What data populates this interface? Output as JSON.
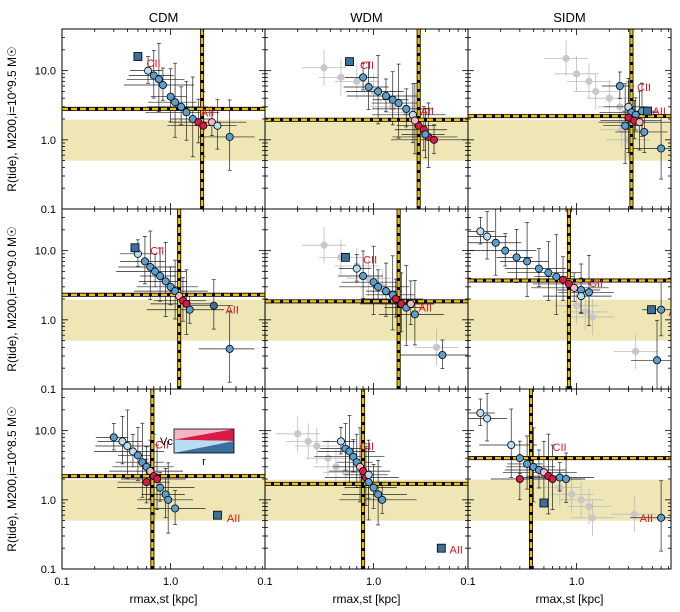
{
  "figure": {
    "column_titles": [
      "CDM",
      "WDM",
      "SIDM"
    ],
    "row_labels": [
      "R(tide), M200,i=10^9.5 M☉",
      "R(tide), M200,i=10^9.0 M☉",
      "R(tide), M200,i=10^8.5 M☉"
    ],
    "xlabel": "rmax,st [kpc]",
    "legend": {
      "vc_label": "Vc",
      "r_label": "r"
    },
    "colors": {
      "band": "#eee6b4",
      "line_yellow": "#f0c000",
      "blue": "#5a9fd0",
      "lightblue": "#b8dcf2",
      "red": "#d81b45",
      "pink": "#f4b6c6",
      "navy": "#3b6f9c",
      "grey": "#c8c8c8",
      "label_red": "#e0141e"
    }
  },
  "chart_data": {
    "type": "scatter",
    "xscale": "log",
    "yscale": "log",
    "xlim": [
      0.1,
      7.4
    ],
    "ylim": [
      0.1,
      40
    ],
    "x_ticks": [
      "0.1",
      "1.0",
      "0.1",
      "1.0",
      "0.1",
      "1.0"
    ],
    "y_ticks": [
      "10.0",
      "1.0",
      "0.1"
    ],
    "band": [
      0.5,
      1.95
    ],
    "panels": [
      {
        "col": 0,
        "row": 0,
        "model": "CDM",
        "vline": 1.95,
        "hline": 2.8,
        "labels": [
          {
            "t": "CII",
            "x": 0.6,
            "y": 13
          },
          {
            "t": "AII",
            "x": 1.9,
            "y": 2.5
          }
        ],
        "sq": {
          "x": 0.5,
          "y": 16,
          "c": "navy"
        },
        "pts": [
          [
            0.62,
            10,
            "lightblue"
          ],
          [
            0.7,
            8.5,
            "blue"
          ],
          [
            0.78,
            7.5,
            "blue"
          ],
          [
            0.85,
            6.2,
            "blue"
          ],
          [
            1.0,
            4.2,
            "blue"
          ],
          [
            1.1,
            3.5,
            "blue"
          ],
          [
            1.25,
            3.0,
            "blue"
          ],
          [
            1.4,
            2.5,
            "blue"
          ],
          [
            1.6,
            2.0,
            "blue"
          ],
          [
            1.8,
            1.8,
            "red"
          ],
          [
            2.0,
            1.6,
            "red"
          ],
          [
            2.4,
            1.8,
            "pink"
          ],
          [
            2.7,
            1.6,
            "lightblue"
          ],
          [
            3.5,
            1.1,
            "blue"
          ]
        ],
        "grey": []
      },
      {
        "col": 1,
        "row": 0,
        "model": "WDM",
        "vline": 2.6,
        "hline": 1.95,
        "labels": [
          {
            "t": "CII",
            "x": 0.75,
            "y": 12
          },
          {
            "t": "AII",
            "x": 2.7,
            "y": 2.6
          }
        ],
        "sq": {
          "x": 0.6,
          "y": 13.5,
          "c": "navy"
        },
        "pts": [
          [
            0.8,
            8,
            "blue"
          ],
          [
            0.9,
            5.8,
            "blue"
          ],
          [
            1.1,
            5.0,
            "blue"
          ],
          [
            1.3,
            4.3,
            "blue"
          ],
          [
            1.5,
            3.8,
            "blue"
          ],
          [
            1.7,
            3.4,
            "blue"
          ],
          [
            2.0,
            2.8,
            "blue"
          ],
          [
            2.3,
            2.3,
            "lightblue"
          ],
          [
            2.6,
            1.6,
            "red"
          ],
          [
            2.9,
            1.4,
            "red"
          ],
          [
            3.2,
            1.1,
            "red"
          ],
          [
            3.6,
            1.0,
            "red"
          ],
          [
            3.0,
            1.2,
            "blue"
          ],
          [
            2.4,
            1.9,
            "pink"
          ]
        ],
        "grey": [
          [
            0.35,
            11
          ],
          [
            0.5,
            8
          ],
          [
            0.7,
            7
          ],
          [
            1.0,
            5
          ],
          [
            1.5,
            3
          ],
          [
            2.0,
            2.5
          ]
        ]
      },
      {
        "col": 2,
        "row": 0,
        "model": "SIDM",
        "vline": 3.2,
        "hline": 2.2,
        "labels": [
          {
            "t": "CII",
            "x": 3.6,
            "y": 5.8
          },
          {
            "t": "AII",
            "x": 5.0,
            "y": 2.6
          }
        ],
        "sq": {
          "x": 4.5,
          "y": 2.6,
          "c": "navy"
        },
        "pts": [
          [
            2.5,
            6.0,
            "blue"
          ],
          [
            3.0,
            3.0,
            "lightblue"
          ],
          [
            3.2,
            2.5,
            "blue"
          ],
          [
            3.5,
            2.3,
            "blue"
          ],
          [
            4.0,
            2.6,
            "blue"
          ],
          [
            3.0,
            2.1,
            "red"
          ],
          [
            3.4,
            1.9,
            "red"
          ],
          [
            3.8,
            1.8,
            "pink"
          ],
          [
            2.8,
            1.6,
            "blue"
          ],
          [
            4.2,
            1.3,
            "blue"
          ],
          [
            6.0,
            0.75,
            "blue"
          ]
        ],
        "grey": [
          [
            0.8,
            15
          ],
          [
            1.0,
            9
          ],
          [
            1.3,
            7
          ],
          [
            1.5,
            5
          ],
          [
            2.0,
            4
          ],
          [
            2.5,
            3
          ],
          [
            2.8,
            2.2
          ],
          [
            3.2,
            1.8
          ],
          [
            2.6,
            1.4
          ],
          [
            3.0,
            1.0
          ]
        ]
      },
      {
        "col": 0,
        "row": 1,
        "model": "CDM",
        "vline": 1.2,
        "hline": 2.3,
        "labels": [
          {
            "t": "CII",
            "x": 0.65,
            "y": 10
          },
          {
            "t": "AII",
            "x": 3.2,
            "y": 1.4
          }
        ],
        "sq": {
          "x": 0.47,
          "y": 11,
          "c": "navy"
        },
        "pts": [
          [
            0.5,
            9,
            "lightblue"
          ],
          [
            0.58,
            7,
            "blue"
          ],
          [
            0.65,
            5.8,
            "blue"
          ],
          [
            0.72,
            5,
            "blue"
          ],
          [
            0.8,
            4.3,
            "blue"
          ],
          [
            0.9,
            3.6,
            "blue"
          ],
          [
            1.0,
            3.0,
            "blue"
          ],
          [
            1.1,
            2.6,
            "blue"
          ],
          [
            1.2,
            2.2,
            "pink"
          ],
          [
            1.3,
            1.9,
            "red"
          ],
          [
            1.4,
            1.7,
            "red"
          ],
          [
            1.5,
            1.4,
            "blue"
          ],
          [
            2.5,
            1.6,
            "navy"
          ],
          [
            3.5,
            0.38,
            "blue"
          ]
        ],
        "grey": []
      },
      {
        "col": 1,
        "row": 1,
        "model": "WDM",
        "vline": 1.7,
        "hline": 1.85,
        "labels": [
          {
            "t": "CII",
            "x": 0.8,
            "y": 7.5
          },
          {
            "t": "AII",
            "x": 2.6,
            "y": 1.5
          }
        ],
        "sq": {
          "x": 0.55,
          "y": 8,
          "c": "navy"
        },
        "pts": [
          [
            0.7,
            5.5,
            "lightblue"
          ],
          [
            0.8,
            4.3,
            "blue"
          ],
          [
            1.0,
            3.5,
            "blue"
          ],
          [
            1.1,
            3.0,
            "blue"
          ],
          [
            1.3,
            2.6,
            "blue"
          ],
          [
            1.5,
            2.3,
            "blue"
          ],
          [
            1.6,
            2.0,
            "red"
          ],
          [
            1.8,
            1.7,
            "red"
          ],
          [
            2.0,
            1.5,
            "blue"
          ],
          [
            2.2,
            1.7,
            "pink"
          ],
          [
            2.4,
            1.2,
            "blue"
          ],
          [
            4.3,
            0.31,
            "blue"
          ]
        ],
        "grey": [
          [
            0.35,
            12
          ],
          [
            0.5,
            8
          ],
          [
            0.7,
            6
          ],
          [
            0.9,
            4
          ],
          [
            1.2,
            3
          ],
          [
            3.8,
            0.4
          ]
        ]
      },
      {
        "col": 2,
        "row": 1,
        "model": "SIDM",
        "vline": 0.85,
        "hline": 3.7,
        "labels": [
          {
            "t": "CII",
            "x": 1.3,
            "y": 3.4
          },
          {
            "t": "AII",
            "x": 7.0,
            "y": 1.3
          }
        ],
        "sq": {
          "x": 4.9,
          "y": 1.4,
          "c": "navy"
        },
        "pts": [
          [
            0.13,
            19,
            "lightblue"
          ],
          [
            0.15,
            16,
            "lightblue"
          ],
          [
            0.18,
            13,
            "blue"
          ],
          [
            0.22,
            10,
            "blue"
          ],
          [
            0.28,
            8,
            "blue"
          ],
          [
            0.35,
            7,
            "blue"
          ],
          [
            0.45,
            5.5,
            "blue"
          ],
          [
            0.55,
            4.8,
            "blue"
          ],
          [
            0.65,
            4.2,
            "blue"
          ],
          [
            0.75,
            3.8,
            "red"
          ],
          [
            0.85,
            3.3,
            "red"
          ],
          [
            0.95,
            2.9,
            "pink"
          ],
          [
            1.1,
            2.7,
            "blue"
          ],
          [
            1.3,
            2.5,
            "blue"
          ],
          [
            1.1,
            2.2,
            "lightblue"
          ],
          [
            6.0,
            1.4,
            "blue"
          ],
          [
            5.5,
            0.26,
            "blue"
          ]
        ],
        "grey": [
          [
            1.0,
            1.6
          ],
          [
            1.2,
            1.3
          ],
          [
            1.4,
            1.1
          ],
          [
            3.5,
            0.35
          ]
        ]
      },
      {
        "col": 0,
        "row": 2,
        "model": "CDM",
        "vline": 0.68,
        "hline": 2.2,
        "labels": [
          {
            "t": "CII",
            "x": 0.72,
            "y": 6.3
          },
          {
            "t": "AII",
            "x": 3.3,
            "y": 0.55
          }
        ],
        "sq": {
          "x": 2.7,
          "y": 0.6,
          "c": "navy"
        },
        "pts": [
          [
            0.3,
            8,
            "blue"
          ],
          [
            0.36,
            7,
            "lightblue"
          ],
          [
            0.4,
            6,
            "lightblue"
          ],
          [
            0.45,
            5,
            "lightblue"
          ],
          [
            0.5,
            4.4,
            "blue"
          ],
          [
            0.55,
            3.5,
            "blue"
          ],
          [
            0.6,
            3.0,
            "blue"
          ],
          [
            0.65,
            2.6,
            "pink"
          ],
          [
            0.7,
            2.2,
            "red"
          ],
          [
            0.6,
            1.8,
            "red"
          ],
          [
            0.75,
            2.0,
            "red"
          ],
          [
            0.8,
            1.5,
            "blue"
          ],
          [
            0.9,
            1.2,
            "blue"
          ],
          [
            0.95,
            1.0,
            "blue"
          ],
          [
            1.1,
            0.75,
            "blue"
          ]
        ],
        "grey": []
      },
      {
        "col": 1,
        "row": 2,
        "model": "WDM",
        "vline": 0.8,
        "hline": 1.7,
        "labels": [
          {
            "t": "CII",
            "x": 0.75,
            "y": 6.0
          },
          {
            "t": "AII",
            "x": 5.0,
            "y": 0.19
          }
        ],
        "sq": {
          "x": 4.2,
          "y": 0.2,
          "c": "navy"
        },
        "pts": [
          [
            0.5,
            7,
            "lightblue"
          ],
          [
            0.55,
            5.5,
            "blue"
          ],
          [
            0.6,
            5,
            "blue"
          ],
          [
            0.65,
            4.2,
            "blue"
          ],
          [
            0.7,
            3.5,
            "blue"
          ],
          [
            0.75,
            3.0,
            "pink"
          ],
          [
            0.8,
            2.6,
            "red"
          ],
          [
            0.85,
            2.1,
            "red"
          ],
          [
            0.9,
            1.8,
            "blue"
          ],
          [
            1.0,
            1.5,
            "blue"
          ],
          [
            1.1,
            1.2,
            "blue"
          ],
          [
            1.2,
            1.0,
            "blue"
          ],
          [
            0.9,
            2.3,
            "lightblue"
          ]
        ],
        "grey": [
          [
            0.2,
            9
          ],
          [
            0.25,
            7
          ],
          [
            0.3,
            6
          ],
          [
            0.38,
            4
          ],
          [
            0.45,
            3
          ],
          [
            0.55,
            2.5
          ]
        ]
      },
      {
        "col": 2,
        "row": 2,
        "model": "SIDM",
        "vline": 0.38,
        "hline": 4.0,
        "labels": [
          {
            "t": "CII",
            "x": 0.6,
            "y": 5.8
          },
          {
            "t": "AII",
            "x": 3.8,
            "y": 0.55
          }
        ],
        "sq": {
          "x": 0.5,
          "y": 0.9,
          "c": "navy"
        },
        "pts": [
          [
            0.13,
            18,
            "lightblue"
          ],
          [
            0.15,
            15,
            "lightblue"
          ],
          [
            0.25,
            6.2,
            "lightblue"
          ],
          [
            0.3,
            4,
            "blue"
          ],
          [
            0.35,
            3.3,
            "blue"
          ],
          [
            0.4,
            3.0,
            "blue"
          ],
          [
            0.45,
            2.7,
            "blue"
          ],
          [
            0.5,
            2.5,
            "pink"
          ],
          [
            0.55,
            2.2,
            "red"
          ],
          [
            0.3,
            2.0,
            "red"
          ],
          [
            0.6,
            2.0,
            "red"
          ],
          [
            0.7,
            2.1,
            "blue"
          ],
          [
            0.8,
            2.0,
            "blue"
          ],
          [
            6.0,
            0.55,
            "blue"
          ]
        ],
        "grey": [
          [
            0.7,
            1.5
          ],
          [
            0.9,
            1.2
          ],
          [
            1.1,
            1.0
          ],
          [
            1.3,
            0.8
          ],
          [
            3.4,
            0.62
          ],
          [
            1.4,
            0.55
          ]
        ]
      }
    ]
  }
}
